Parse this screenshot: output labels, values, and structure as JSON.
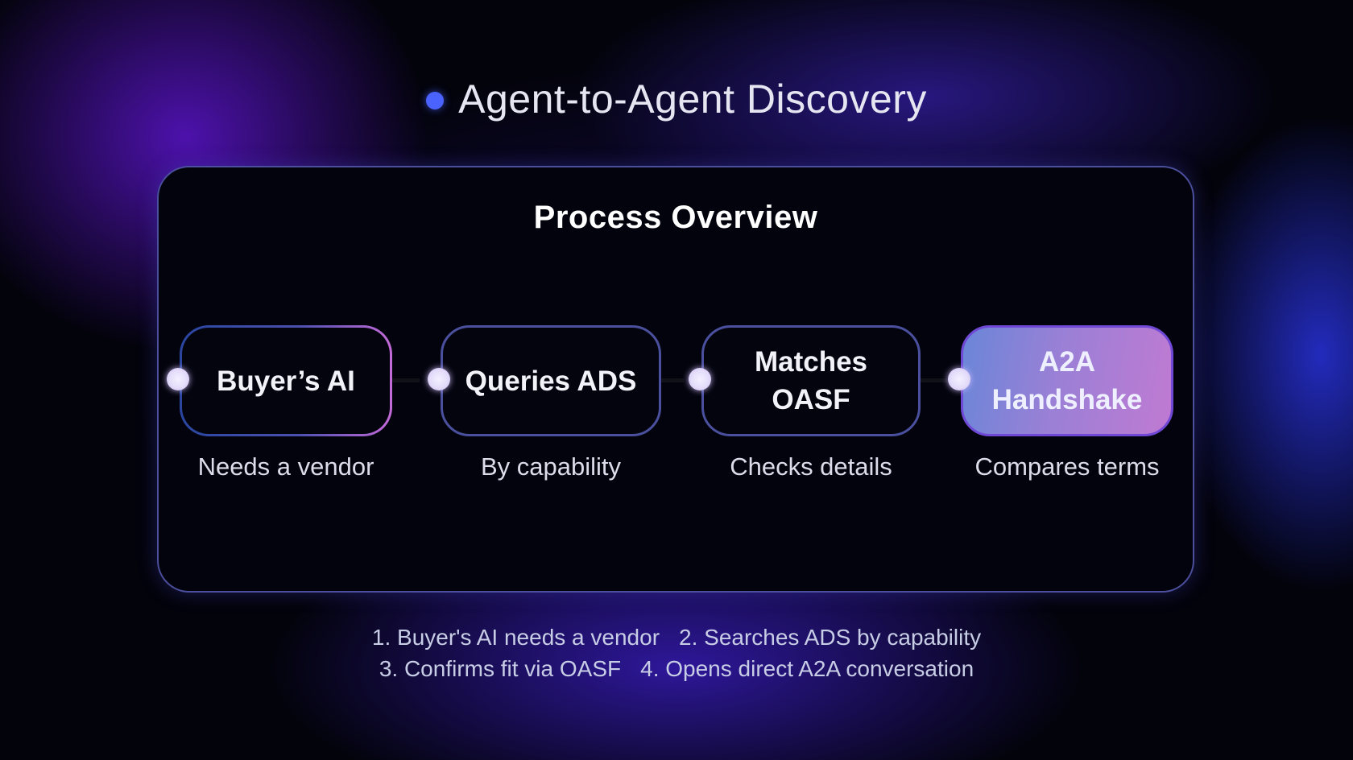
{
  "header": {
    "title": "Agent-to-Agent Discovery",
    "dot_color": "#4a63ff"
  },
  "panel": {
    "title": "Process Overview",
    "steps": [
      {
        "label": "Buyer’s AI",
        "sub": "Needs a vendor"
      },
      {
        "label": "Queries ADS",
        "sub": "By capability"
      },
      {
        "label": "Matches OASF",
        "sub": "Checks details"
      },
      {
        "label": "A2A Handshake",
        "sub": "Compares terms"
      }
    ]
  },
  "notes": {
    "line1": [
      "1. Buyer's AI needs a vendor",
      "2. Searches ADS by capability"
    ],
    "line2": [
      "3. Confirms fit via OASF",
      "4. Opens direct A2A conversation"
    ]
  },
  "colors": {
    "panel_border": "#4b4f9c",
    "highlight_gradient_start": "#6a86d8",
    "highlight_gradient_end": "#c07ad2"
  }
}
